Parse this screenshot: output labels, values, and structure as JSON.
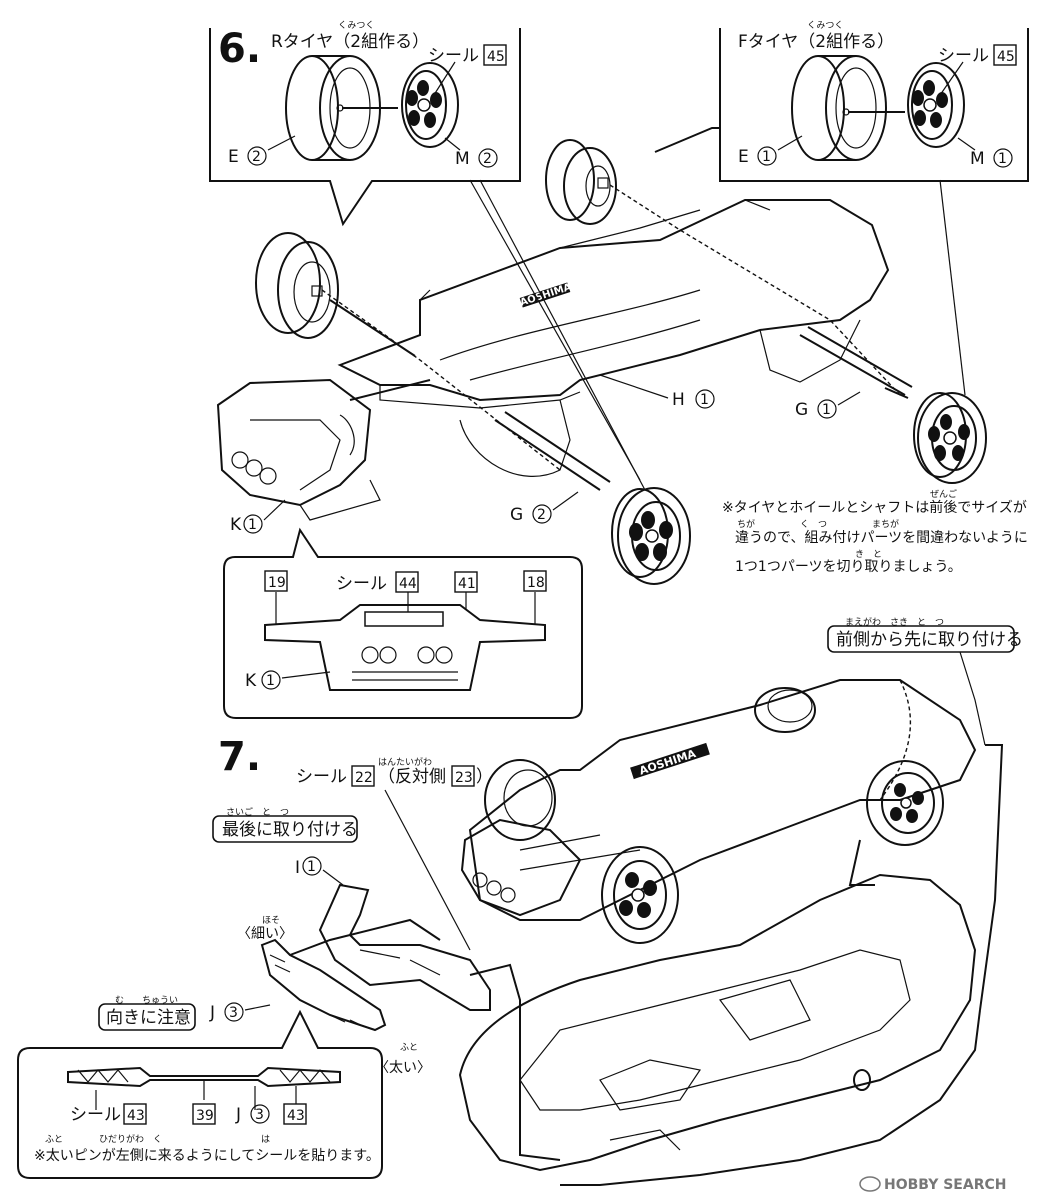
{
  "step6": {
    "number": "6.",
    "r_tire": {
      "title": "Rタイヤ（2組作る）",
      "ruby": "くみつく",
      "seal_label": "シール",
      "seal_no": "45",
      "tire_part": "E",
      "tire_no": "2",
      "wheel_part": "M",
      "wheel_no": "2"
    },
    "f_tire": {
      "title": "Fタイヤ（2組作る）",
      "ruby": "くみつく",
      "seal_label": "シール",
      "seal_no": "45",
      "tire_part": "E",
      "tire_no": "1",
      "wheel_part": "M",
      "wheel_no": "1"
    },
    "chassis": {
      "brand": "AOSHIMA",
      "h_part": "H",
      "h_no": "1",
      "g_front_part": "G",
      "g_front_no": "1",
      "g_rear_part": "G",
      "g_rear_no": "2",
      "k_part": "K",
      "k_no": "1"
    },
    "note": {
      "line1": "※タイヤとホイールとシャフトは前後でサイズが",
      "line2": "違うので、組み付けパーツを間違わないように",
      "line3": "1つ1つパーツを切り取りましょう。",
      "ruby1": "ぜんご",
      "ruby2": "ちが　　　　　く　つ　　　　　まちが",
      "ruby3": "き　と"
    },
    "detail": {
      "seal_label": "シール",
      "seal_no": "44",
      "n19": "19",
      "n41": "41",
      "n18": "18",
      "k_part": "K",
      "k_no": "1"
    }
  },
  "step7": {
    "number": "7.",
    "front_first": {
      "label": "前側から先に取り付ける",
      "ruby": "まえがわ　さき　と　つ"
    },
    "seal": {
      "label": "シール",
      "no": "22",
      "opp_label": "（反対側",
      "opp_no": "23",
      "close": "）",
      "ruby": "はんたいがわ"
    },
    "last": {
      "label": "最後に取り付ける",
      "ruby": "さいご　と　つ"
    },
    "i_part": "I",
    "i_no": "1",
    "thin": "〈細い〉",
    "thin_ruby": "ほそ",
    "thick": "〈太い〉",
    "thick_ruby": "ふと",
    "caution": {
      "label": "向きに注意",
      "ruby": "む　　ちゅうい"
    },
    "j_part": "J",
    "j_no": "3",
    "bottom": {
      "seal_label": "シール",
      "seal_no": "43",
      "n39": "39",
      "j_part": "J",
      "j_no": "3",
      "seal_no2": "43",
      "note": "※太いピンが左側に来るようにしてシールを貼ります。",
      "note_ruby": "ふと　　　　ひだりがわ　く　　　　　　　　　　　は"
    },
    "brand": "AOSHIMA"
  },
  "watermark": "HOBBY SEARCH"
}
